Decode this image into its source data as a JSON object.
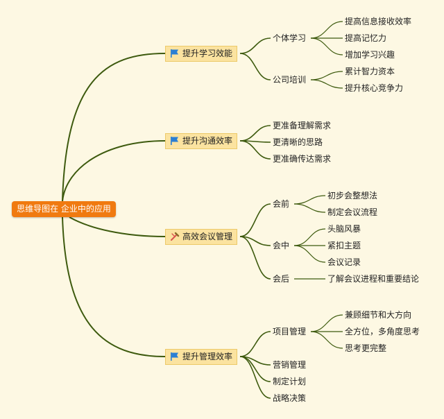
{
  "root": {
    "label": "思维导图在 企业中的应用"
  },
  "branches": [
    {
      "label": "提升学习效能",
      "icon": "blue-flag-icon",
      "children": [
        {
          "label": "个体学习",
          "children": [
            "提高信息接收效率",
            "提高记忆力",
            "增加学习兴趣"
          ]
        },
        {
          "label": "公司培训",
          "children": [
            "累计智力资本",
            "提升核心竞争力"
          ]
        }
      ]
    },
    {
      "label": "提升沟通效率",
      "icon": "blue-flag-icon",
      "children": [
        {
          "label": "更准备理解需求",
          "children": []
        },
        {
          "label": "更清晰的思路",
          "children": []
        },
        {
          "label": "更准确传达需求",
          "children": []
        }
      ]
    },
    {
      "label": "高效会议管理",
      "icon": "tools-icon",
      "children": [
        {
          "label": "会前",
          "children": [
            "初步会整想法",
            "制定会议流程"
          ]
        },
        {
          "label": "会中",
          "children": [
            "头脑风暴",
            "紧扣主题",
            "会议记录"
          ]
        },
        {
          "label": "会后",
          "children": [
            "了解会议进程和重要结论"
          ]
        }
      ]
    },
    {
      "label": "提升管理效率",
      "icon": "blue-flag-icon",
      "children": [
        {
          "label": "项目管理",
          "children": [
            "兼顾细节和大方向",
            "全方位，多角度思考",
            "思考更完整"
          ]
        },
        {
          "label": "营销管理",
          "children": []
        },
        {
          "label": "制定计划",
          "children": []
        },
        {
          "label": "战略决策",
          "children": []
        }
      ]
    }
  ],
  "colors": {
    "background": "#fdf8e3",
    "root_fill": "#f07a10",
    "branch_fill": "#fbe3a0",
    "connector": "#3d5a0e",
    "flag": "#2a7fd4",
    "tools": "#d9534f"
  }
}
